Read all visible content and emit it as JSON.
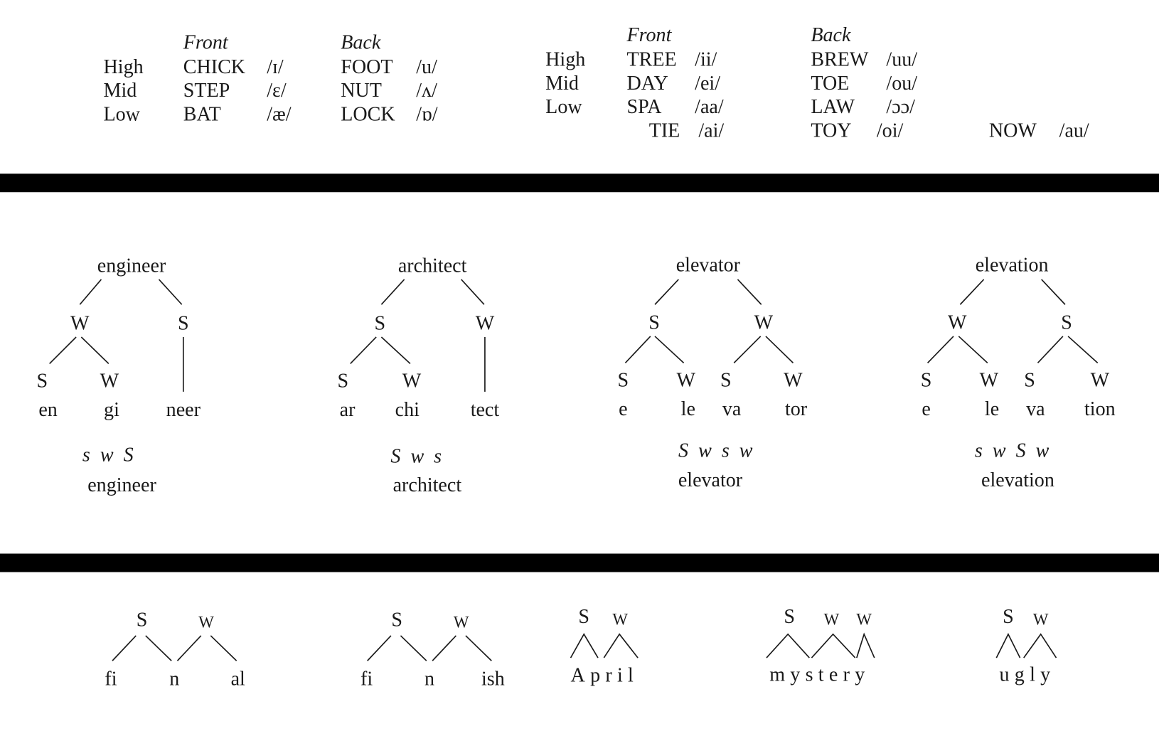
{
  "short_vowels": {
    "front_label": "Front",
    "back_label": "Back",
    "rows": [
      {
        "height": "High",
        "front_word": "CHICK",
        "front_ipa": "/ɪ/",
        "back_word": "FOOT",
        "back_ipa": "/u/"
      },
      {
        "height": "Mid",
        "front_word": "STEP",
        "front_ipa": "/ɛ/",
        "back_word": "NUT",
        "back_ipa": "/ʌ/"
      },
      {
        "height": "Low",
        "front_word": "BAT",
        "front_ipa": "/æ/",
        "back_word": "LOCK",
        "back_ipa": "/ɒ/"
      }
    ]
  },
  "long_vowels": {
    "front_label": "Front",
    "back_label": "Back",
    "rows": [
      {
        "height": "High",
        "front_word": "TREE",
        "front_ipa": "/ii/",
        "back_word": "BREW",
        "back_ipa": "/uu/"
      },
      {
        "height": "Mid",
        "front_word": "DAY",
        "front_ipa": "/ei/",
        "back_word": "TOE",
        "back_ipa": "/ou/"
      },
      {
        "height": "Low",
        "front_word": "SPA",
        "front_ipa": "/aa/",
        "back_word": "LAW",
        "back_ipa": "/ɔɔ/"
      }
    ],
    "diphthongs": [
      {
        "word": "TIE",
        "ipa": "/ai/"
      },
      {
        "word": "TOY",
        "ipa": "/oi/"
      },
      {
        "word": "NOW",
        "ipa": "/au/"
      }
    ]
  },
  "trees": [
    {
      "word": "engineer",
      "mid": [
        "W",
        "S"
      ],
      "leaves": [
        "S",
        "W"
      ],
      "syllables": [
        "en",
        "gi",
        "neer"
      ],
      "stress": "s  w  S",
      "caption": "engineer"
    },
    {
      "word": "architect",
      "mid": [
        "S",
        "W"
      ],
      "leaves": [
        "S",
        "W"
      ],
      "syllables": [
        "ar",
        "chi",
        "tect"
      ],
      "stress": "S  w  s",
      "caption": "architect"
    },
    {
      "word": "elevator",
      "mid": [
        "S",
        "W"
      ],
      "leaves": [
        "S",
        "W",
        "S",
        "W"
      ],
      "syllables": [
        "e",
        "le",
        "va",
        "tor"
      ],
      "stress": "S  w  s  w",
      "caption": "elevator"
    },
    {
      "word": "elevation",
      "mid": [
        "W",
        "S"
      ],
      "leaves": [
        "S",
        "W",
        "S",
        "W"
      ],
      "syllables": [
        "e",
        "le",
        "va",
        "tion"
      ],
      "stress": "s  w  S  w",
      "caption": "elevation"
    }
  ],
  "feet": [
    {
      "labels": [
        "S",
        "W"
      ],
      "segments": [
        "fi",
        "n",
        "al"
      ]
    },
    {
      "labels": [
        "S",
        "W"
      ],
      "segments": [
        "fi",
        "n",
        "ish"
      ]
    },
    {
      "labels": [
        "S",
        "W"
      ],
      "word": "April"
    },
    {
      "labels": [
        "S",
        "W",
        "W"
      ],
      "word": "mystery"
    },
    {
      "labels": [
        "S",
        "W"
      ],
      "word": "ugly"
    }
  ]
}
